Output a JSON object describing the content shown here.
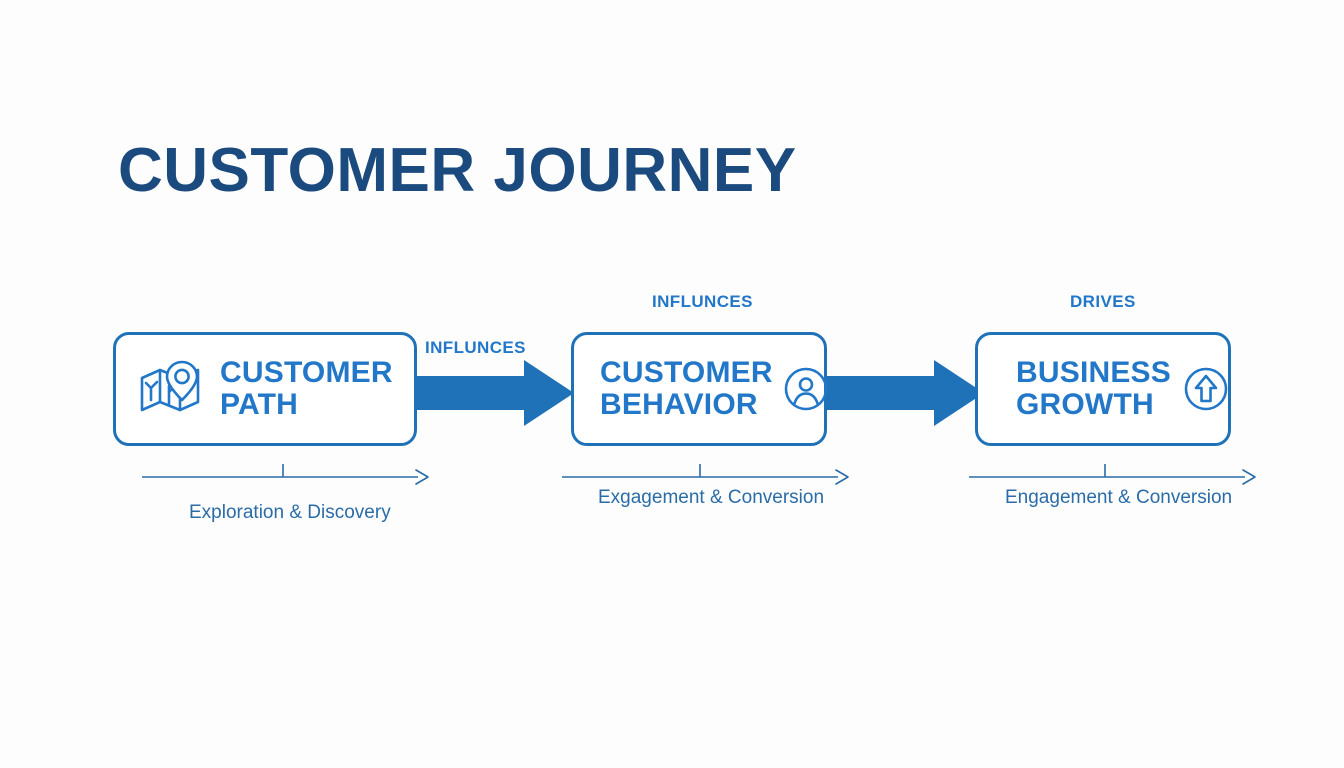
{
  "slide": {
    "title": "CUSTOMER JOURNEY",
    "background_color": "#fdfdfd",
    "title_color": "#1b4a7e",
    "accent_color": "#1f72b8",
    "box_text_color": "#2277c8",
    "caption_color": "#2a6ca8"
  },
  "stages": [
    {
      "id": "customer-path",
      "label": "CUSTOMER\nPATH",
      "icon": "map-pin-icon",
      "icon_position": "left",
      "caption": "Exploration & Discovery"
    },
    {
      "id": "customer-behavior",
      "label": "CUSTOMER\nBEHAVIOR",
      "icon": "user-circle-icon",
      "icon_position": "right",
      "caption": "Exgagement & Conversion"
    },
    {
      "id": "business-growth",
      "label": "BUSINESS\nGROWTH",
      "icon": "growth-arrow-circle-icon",
      "icon_position": "right",
      "caption": "Engagement & Conversion"
    }
  ],
  "connectors": [
    {
      "id": "connector-1",
      "label": "INFLUNCES",
      "from": "customer-path",
      "to": "customer-behavior"
    },
    {
      "id": "connector-1-upper",
      "label": "INFLUNCES",
      "from": "customer-path",
      "to": "customer-behavior"
    },
    {
      "id": "connector-2",
      "label": "DRIVES",
      "from": "customer-behavior",
      "to": "business-growth"
    }
  ]
}
